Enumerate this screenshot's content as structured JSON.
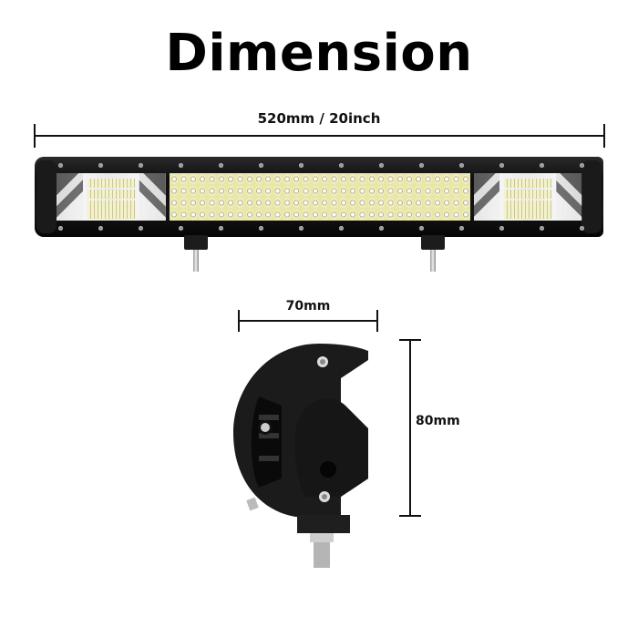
{
  "title": "Dimension",
  "dimensions": {
    "length_label": "520mm / 20inch",
    "width_label": "70mm",
    "height_label": "80mm"
  },
  "product": {
    "type": "LED light bar",
    "views": [
      "front view",
      "side view"
    ]
  },
  "colors": {
    "text": "#000000",
    "housing": "#111111",
    "led_yellow": "#e8e6a8",
    "background": "#ffffff"
  }
}
